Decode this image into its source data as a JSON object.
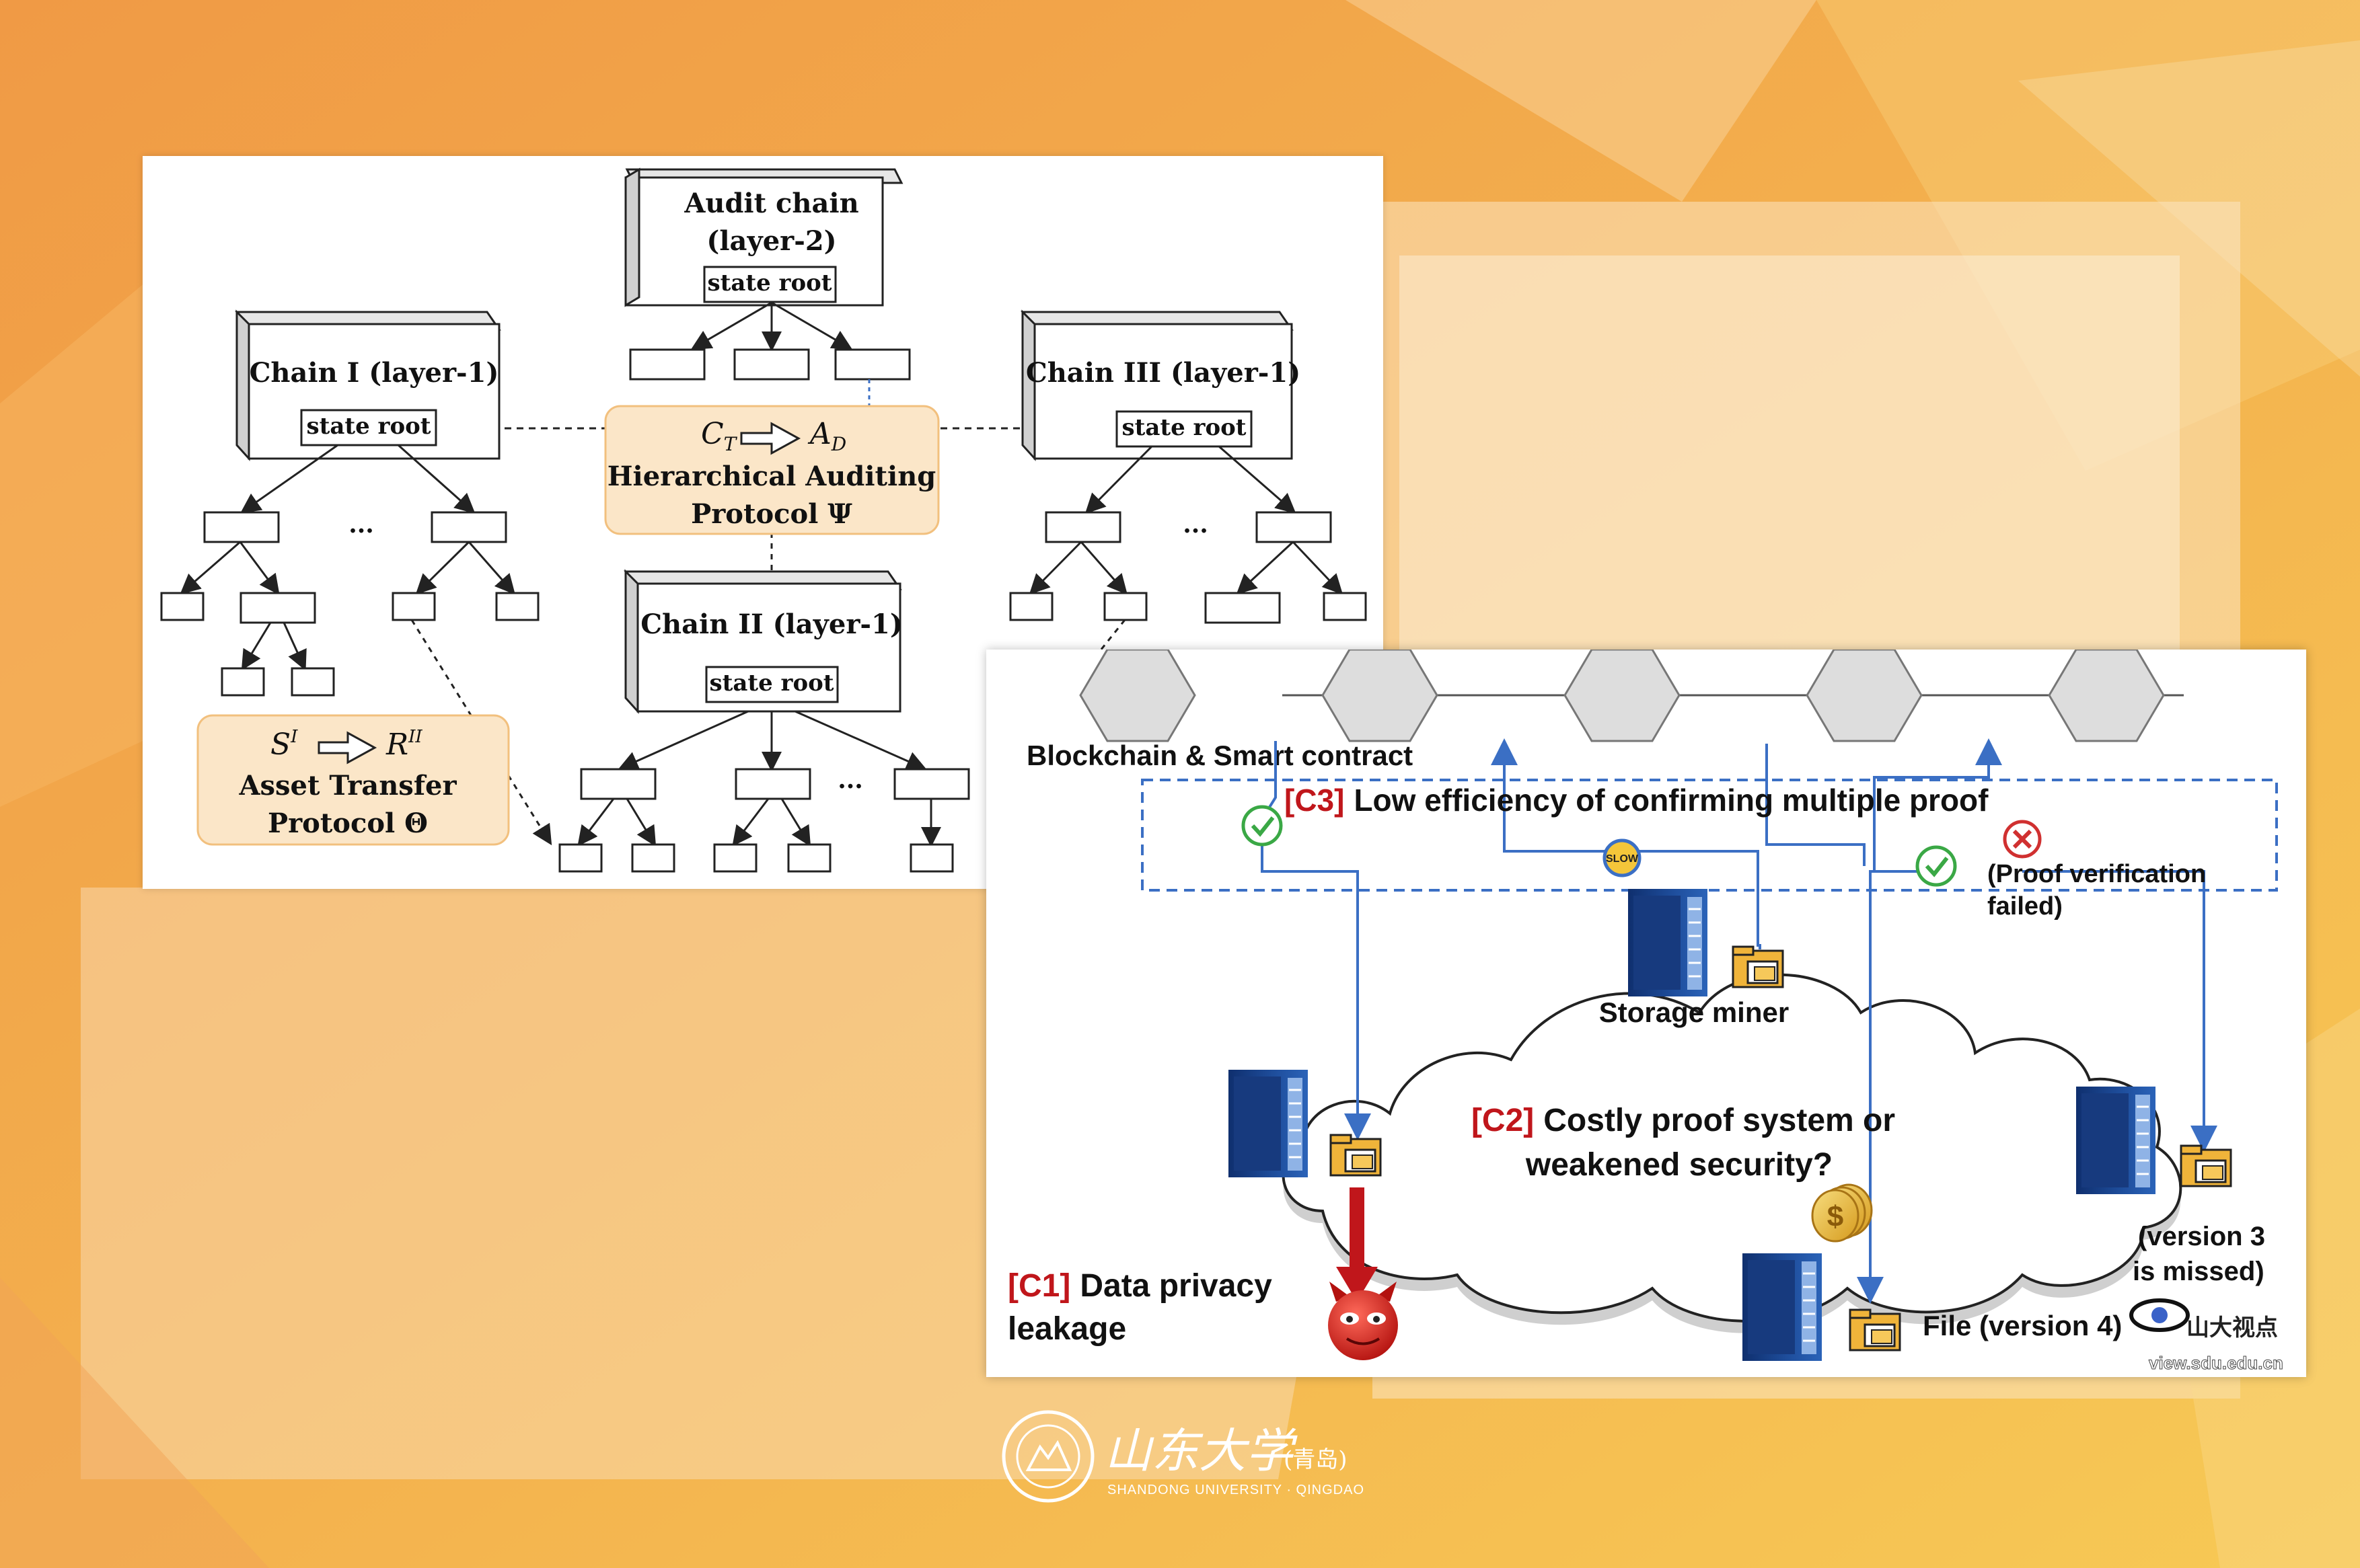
{
  "left_diagram": {
    "audit_chain": {
      "title": "Audit chain",
      "subtitle": "(layer-2)",
      "root": "state root"
    },
    "chain1": {
      "title": "Chain I (layer-1)",
      "root": "state root"
    },
    "chain2": {
      "title": "Chain II (layer-1)",
      "root": "state root"
    },
    "chain3": {
      "title": "Chain III (layer-1)",
      "root": "state root"
    },
    "ellipsis": "...",
    "audit_protocol": {
      "formula_left": "C",
      "formula_left_sub": "T",
      "formula_right": "A",
      "formula_right_sub": "D",
      "line1": "Hierarchical Auditing",
      "line2": "Protocol Ψ"
    },
    "asset_protocol": {
      "formula_left": "S",
      "formula_left_sup": "I",
      "formula_right": "R",
      "formula_right_sup": "II",
      "line1": "Asset Transfer",
      "line2": "Protocol Θ"
    }
  },
  "right_diagram": {
    "blockchain_label": "Blockchain & Smart contract",
    "c3": {
      "tag": "[C3]",
      "text": "Low efficiency of confirming multiple proof"
    },
    "slow_badge": "SLOW",
    "proof_failed_line1": "(Proof verification",
    "proof_failed_line2": "failed)",
    "storage_miner": "Storage miner",
    "c2": {
      "tag": "[C2]",
      "line1": "Costly proof system or",
      "line2": "weakened security?"
    },
    "coin_symbol": "$",
    "version3_line1": "(version 3",
    "version3_line2": "is missed)",
    "file_version": "File (version 4)",
    "c1": {
      "tag": "[C1]",
      "line1": "Data privacy",
      "line2": "leakage"
    },
    "watermark": {
      "name": "山大视点",
      "url": "view.sdu.edu.cn"
    }
  },
  "footer": {
    "university_cn": "山东大学",
    "campus_cn": "(青岛)",
    "university_en": "SHANDONG UNIVERSITY · QINGDAO"
  },
  "colors": {
    "bg_orange": "#f2a049",
    "bg_yellow": "#f6c654",
    "protocol_box": "#fbe6c8",
    "red_tag": "#c0161b",
    "arrow_blue": "#3b6fc4",
    "server_blue": "#1d3f8a",
    "folder": "#f0b43a"
  }
}
